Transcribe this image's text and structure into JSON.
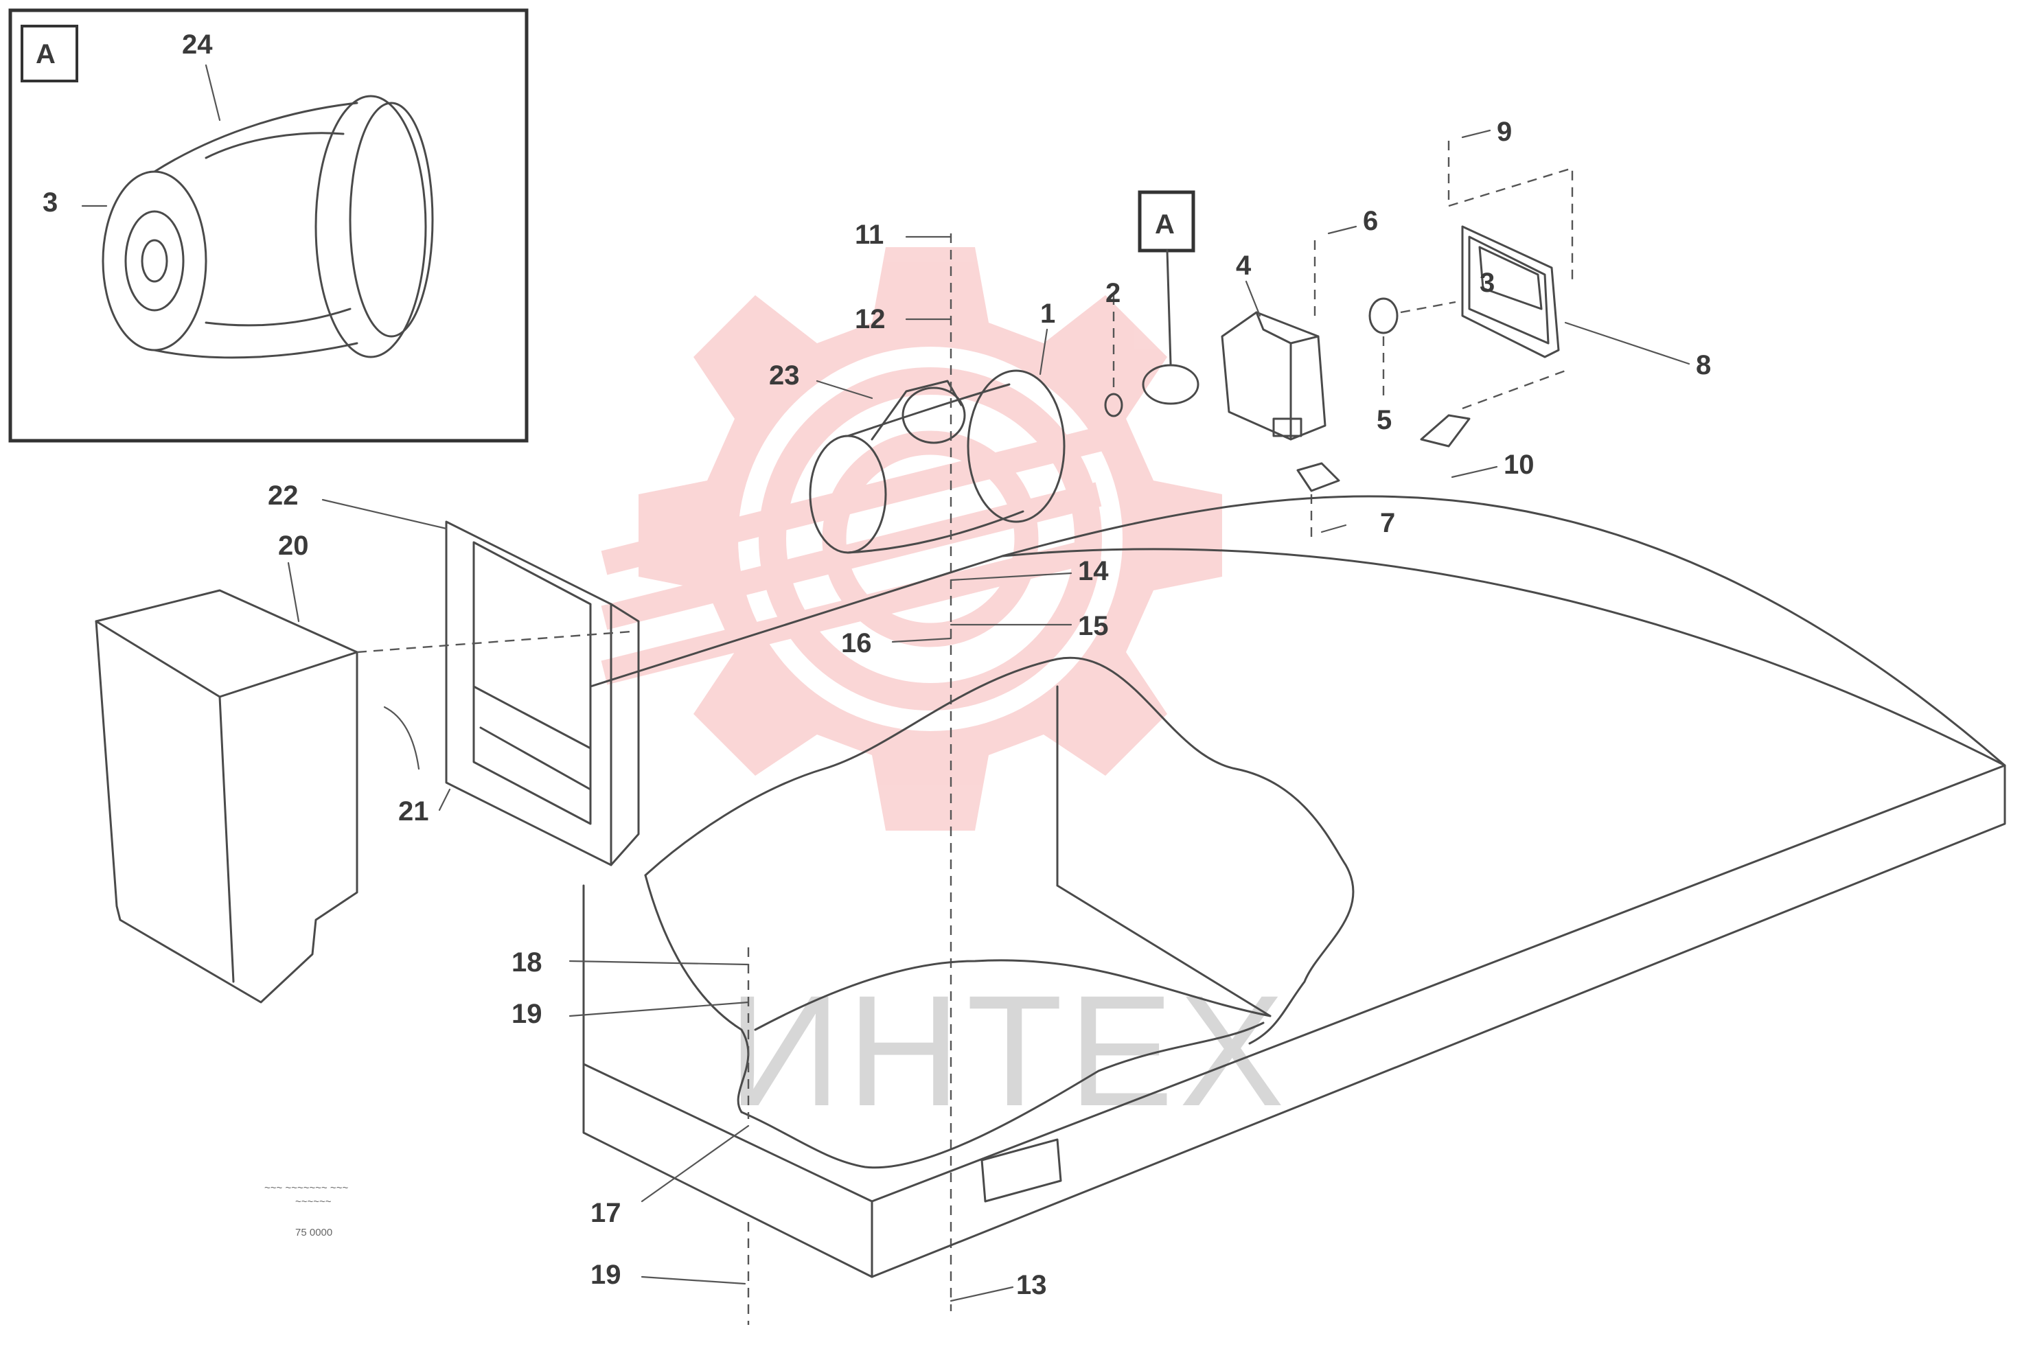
{
  "inset": {
    "label": "A"
  },
  "detail_marker": {
    "label": "A"
  },
  "callouts": {
    "c1": "1",
    "c2": "2",
    "c3": "3",
    "c4": "4",
    "c5": "5",
    "c6": "6",
    "c7": "7",
    "c8": "8",
    "c9": "9",
    "c10": "10",
    "c11": "11",
    "c12": "12",
    "c13": "13",
    "c14": "14",
    "c15": "15",
    "c16": "16",
    "c17": "17",
    "c18": "18",
    "c19": "19",
    "c19b": "19",
    "c20": "20",
    "c21": "21",
    "c22": "22",
    "c23": "23",
    "c24": "24"
  },
  "footnote": {
    "line1": "~~~ ~~~~~~~ ~~~",
    "line2": "~~~~~~",
    "line3": "75 0000"
  },
  "watermark": {
    "text": "ИНТЕХ",
    "color": "#f4a0a0",
    "text_color": "#c9c9c9"
  }
}
